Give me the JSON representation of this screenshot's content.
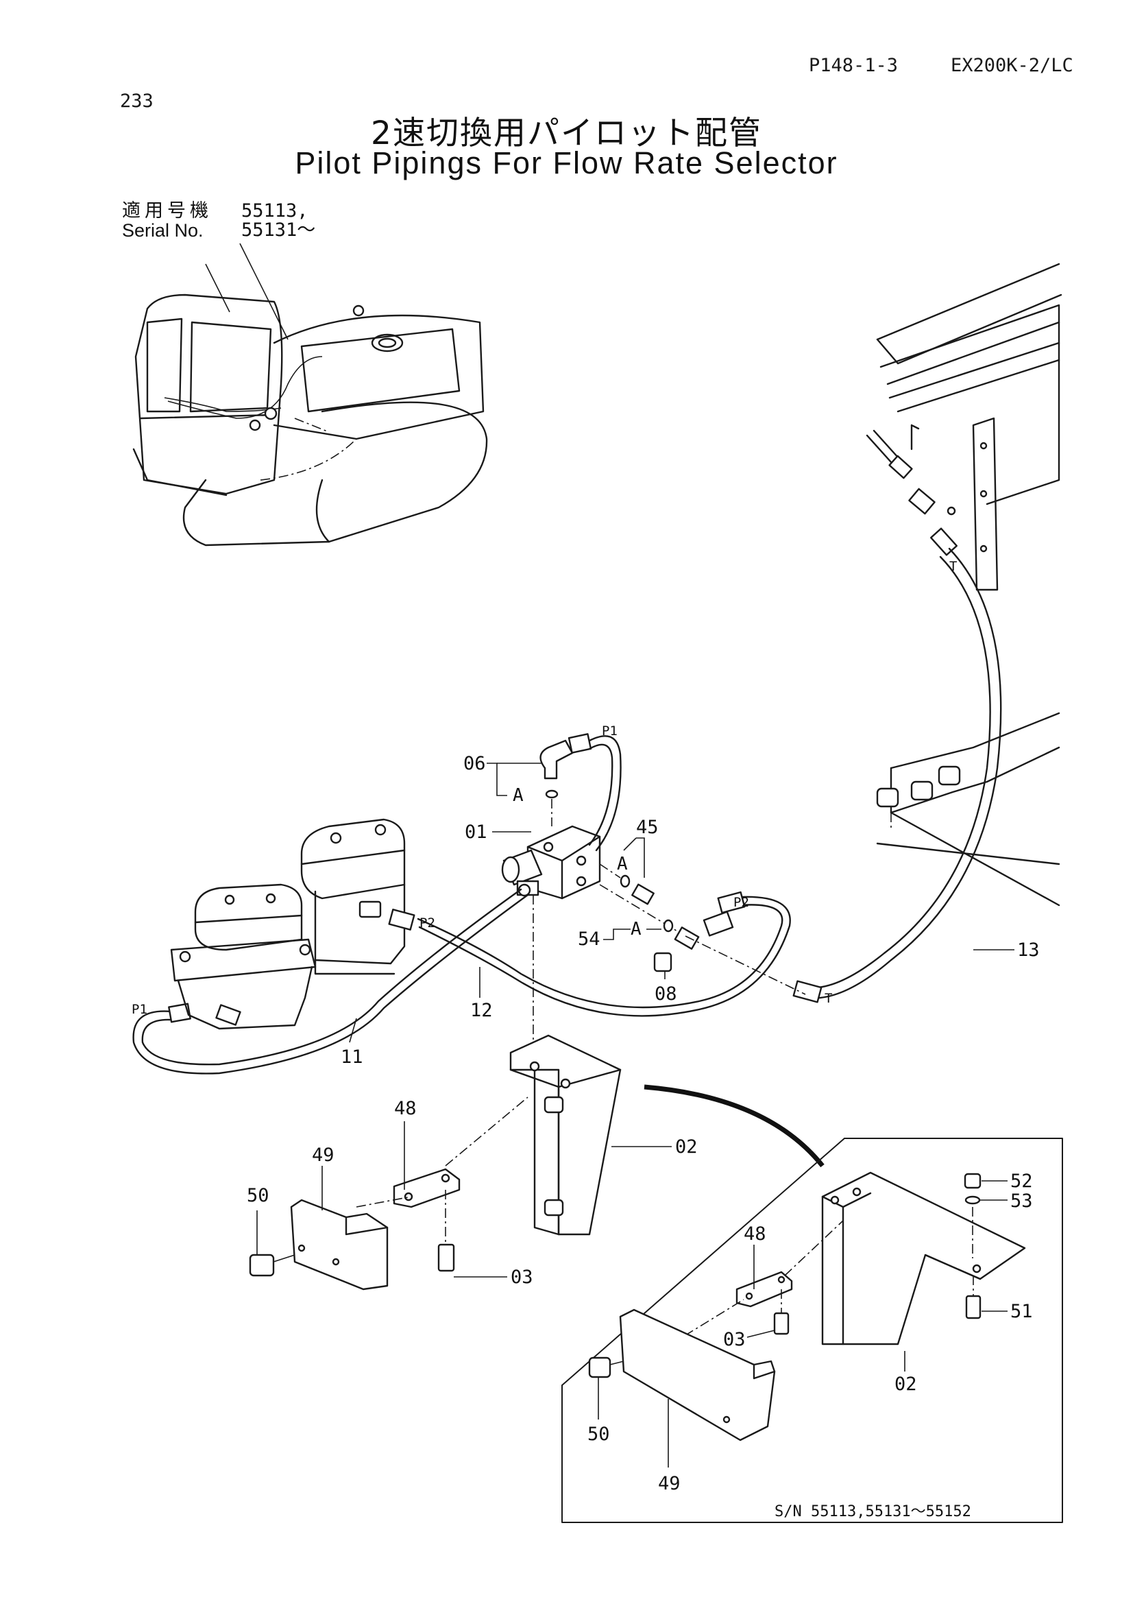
{
  "header": {
    "page_code": "P148-1-3",
    "model": "EX200K-2/LC",
    "page_number": "233"
  },
  "title": {
    "japanese": "2速切換用パイロット配管",
    "english": "Pilot Pipings For Flow Rate Selector"
  },
  "serial": {
    "label_ja": "適用号機",
    "label_en": "Serial No.",
    "value_line1": "55113,",
    "value_line2": "55131～"
  },
  "callouts": {
    "p01": "01",
    "p02": "02",
    "p03": "03",
    "p06": "06",
    "p08": "08",
    "p11": "11",
    "p12": "12",
    "p13": "13",
    "p45": "45",
    "p48": "48",
    "p49": "49",
    "p50": "50",
    "p51": "51",
    "p52": "52",
    "p53": "53",
    "p54": "54"
  },
  "port_labels": {
    "p1": "P1",
    "p2": "P2",
    "t": "T",
    "a": "A"
  },
  "inset": {
    "serial_range": "S/N 55113,55131～55152"
  }
}
